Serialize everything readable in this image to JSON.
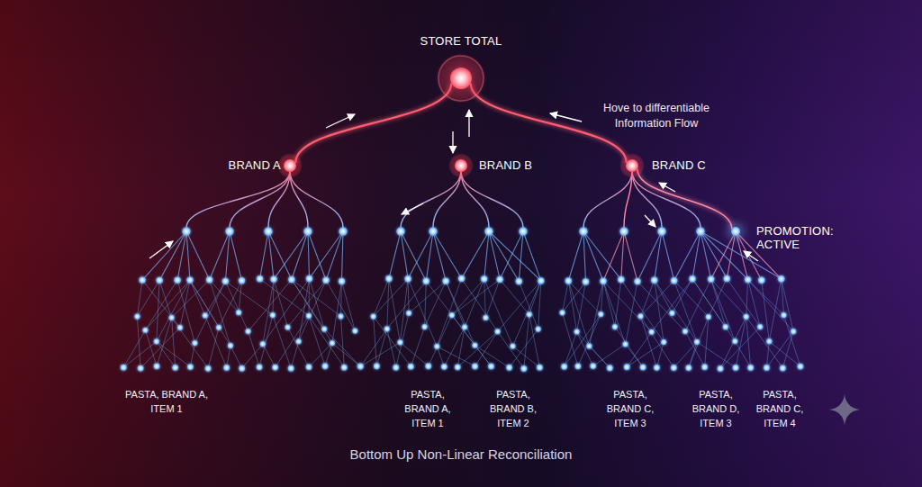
{
  "diagram": {
    "caption": "Bottom Up Non-Linear Reconciliation",
    "nodes": [
      {
        "text": [
          "STORE TOTAL"
        ]
      },
      {
        "text": [
          "BRAND A"
        ]
      },
      {
        "text": [
          "BRAND B"
        ]
      },
      {
        "text": [
          "BRAND C"
        ]
      },
      {
        "text": [
          "PROMOTION: ACTIVE"
        ]
      }
    ],
    "edges": [
      {
        "from": 0,
        "to": 1,
        "arrow": "none"
      },
      {
        "from": 0,
        "to": 2,
        "arrow": "none"
      },
      {
        "from": 0,
        "to": 3,
        "arrow": "none"
      },
      {
        "from": 3,
        "to": 4,
        "arrow": "none"
      }
    ],
    "labels": [
      "Hove to differentiable Information Flow",
      "PASTA, BRAND A, ITEM 1",
      "PASTA, BRAND A, ITEM 1",
      "PASTA, BRAND B, ITEM 2",
      "PASTA, BRAND C, ITEM 3",
      "PASTA, BRAND D, ITEM 3",
      "PASTA, BRAND C, ITEM 4"
    ]
  }
}
